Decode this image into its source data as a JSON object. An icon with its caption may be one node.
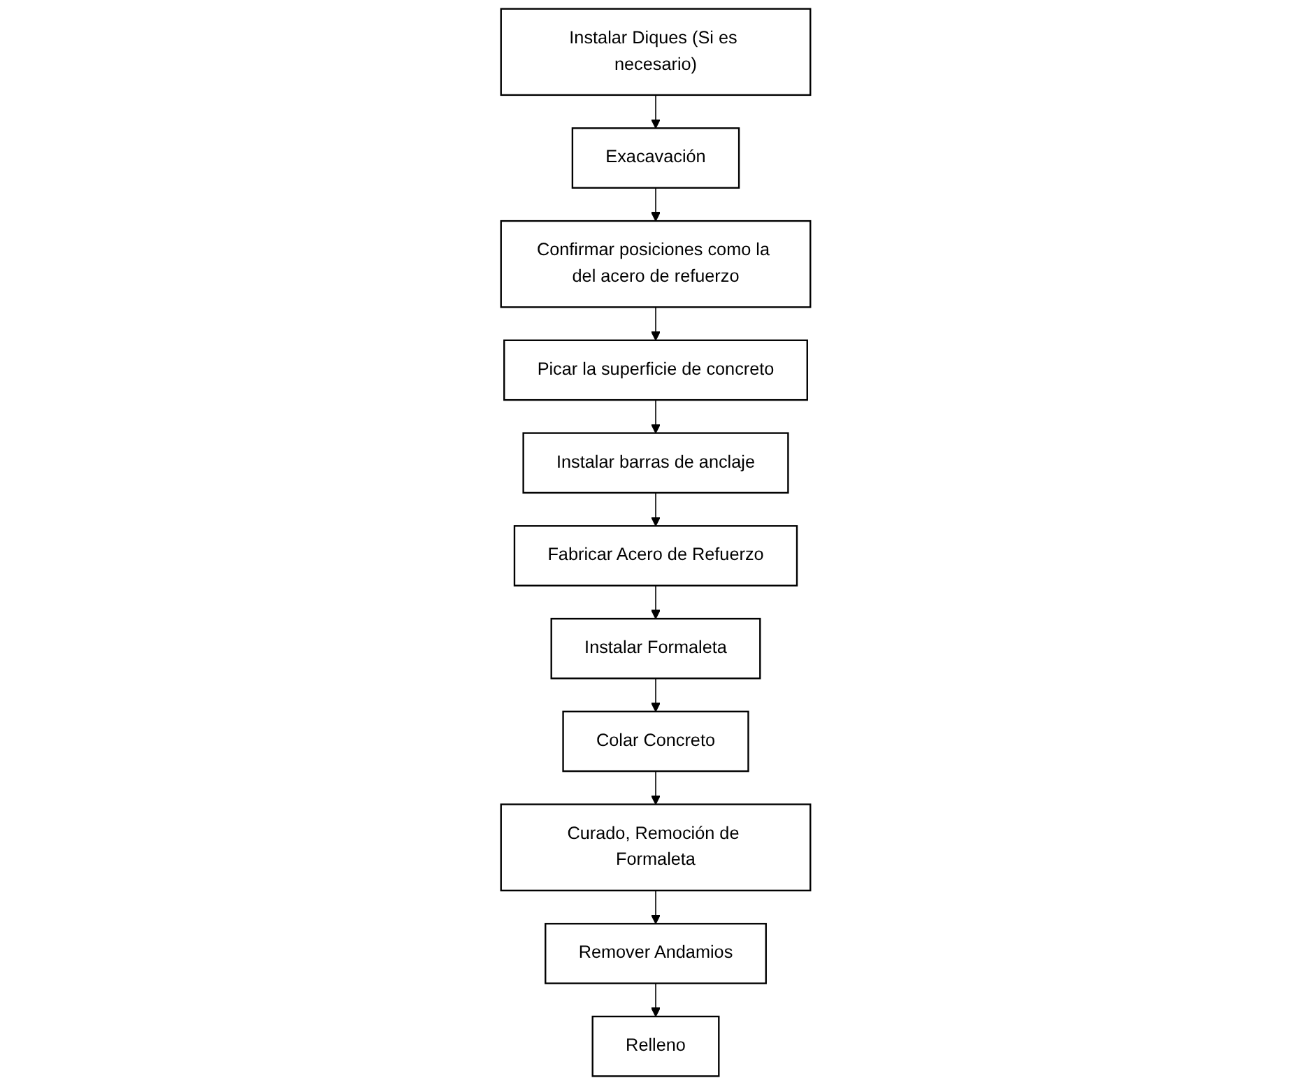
{
  "diagram": {
    "nodes": [
      {
        "text": [
          "Instalar Diques (Si es necesario)"
        ]
      },
      {
        "text": [
          "Exacavación"
        ]
      },
      {
        "text": [
          "Confirmar posiciones como la del acero de refuerzo"
        ]
      },
      {
        "text": [
          "Picar la superficie de concreto"
        ]
      },
      {
        "text": [
          "Instalar barras de anclaje"
        ]
      },
      {
        "text": [
          "Fabricar Acero de Refuerzo"
        ]
      },
      {
        "text": [
          "Instalar Formaleta"
        ]
      },
      {
        "text": [
          "Colar Concreto"
        ]
      },
      {
        "text": [
          "Curado, Remoción de Formaleta"
        ]
      },
      {
        "text": [
          "Remover Andamios"
        ]
      },
      {
        "text": [
          "Relleno"
        ]
      }
    ],
    "edges": [
      {
        "from": 0,
        "to": 1,
        "arrow": "to"
      },
      {
        "from": 1,
        "to": 2,
        "arrow": "to"
      },
      {
        "from": 2,
        "to": 3,
        "arrow": "to"
      },
      {
        "from": 3,
        "to": 4,
        "arrow": "to"
      },
      {
        "from": 4,
        "to": 5,
        "arrow": "to"
      },
      {
        "from": 5,
        "to": 6,
        "arrow": "to"
      },
      {
        "from": 6,
        "to": 7,
        "arrow": "to"
      },
      {
        "from": 7,
        "to": 8,
        "arrow": "to"
      },
      {
        "from": 8,
        "to": 9,
        "arrow": "to"
      },
      {
        "from": 9,
        "to": 10,
        "arrow": "to"
      }
    ]
  }
}
